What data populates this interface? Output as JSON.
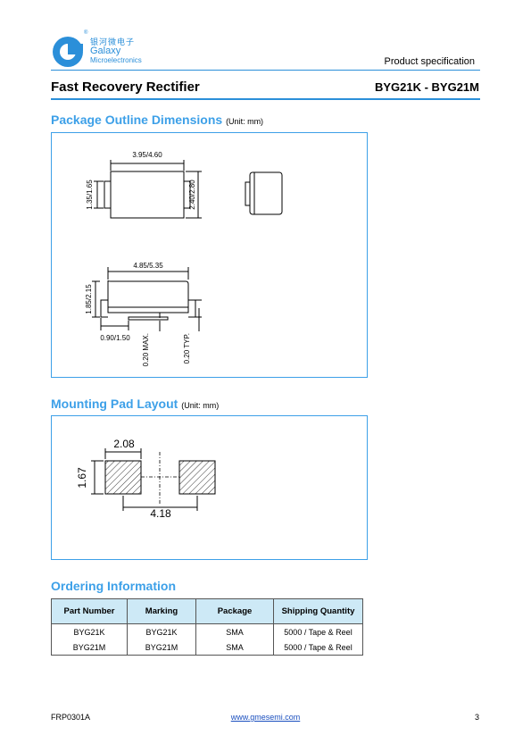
{
  "header": {
    "company_cn": "银河微电子",
    "registered": "®",
    "company_en_1": "Galaxy",
    "company_en_2": "Microelectronics",
    "doc_type": "Product specification",
    "title": "Fast Recovery Rectifier",
    "part_range": "BYG21K - BYG21M"
  },
  "package_outline": {
    "heading": "Package Outline Dimensions",
    "unit": "(Unit: mm)",
    "dims": {
      "top_width": "3.95/4.60",
      "top_left_height": "1.35/1.65",
      "top_right_height": "2.40/2.80",
      "side_width": "4.85/5.35",
      "side_height": "1.85/2.15",
      "lead_length": "0.90/1.50",
      "lead_max": "0.20 MAX.",
      "lead_typ": "0.20 TYP."
    }
  },
  "mounting_pad": {
    "heading": "Mounting Pad Layout",
    "unit": "(Unit: mm)",
    "dims": {
      "pad_width": "2.08",
      "pad_height": "1.67",
      "spacing": "4.18"
    }
  },
  "ordering": {
    "heading": "Ordering Information",
    "columns": [
      "Part Number",
      "Marking",
      "Package",
      "Shipping Quantity"
    ],
    "rows": [
      [
        "BYG21K",
        "BYG21K",
        "SMA",
        "5000 / Tape & Reel"
      ],
      [
        "BYG21M",
        "BYG21M",
        "SMA",
        "5000 / Tape & Reel"
      ]
    ]
  },
  "footer": {
    "doc_code": "FRP0301A",
    "website": "www.gmesemi.com",
    "page_number": "3"
  },
  "colors": {
    "accent": "#3da0e8",
    "table_header": "#cde9f6"
  }
}
